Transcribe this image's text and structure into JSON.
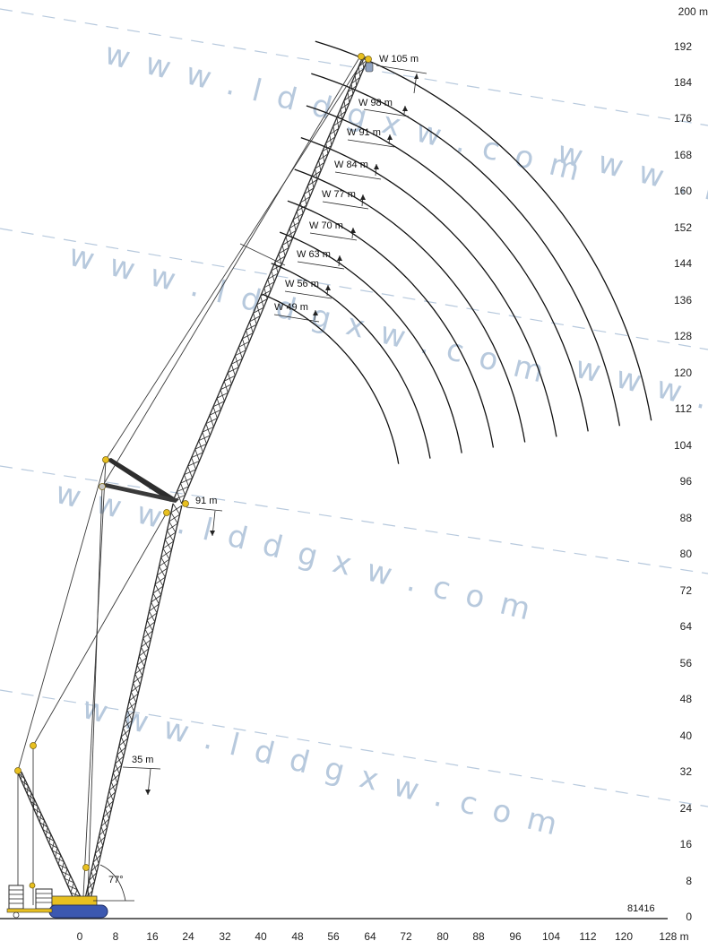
{
  "diagram": {
    "drawing_code": "81416",
    "x_axis": {
      "unit_label": "m",
      "ticks": [
        "0",
        "8",
        "16",
        "24",
        "32",
        "40",
        "48",
        "56",
        "64",
        "72",
        "80",
        "88",
        "96",
        "104",
        "112",
        "120",
        "128 m"
      ]
    },
    "y_axis": {
      "ticks": [
        "0",
        "8",
        "16",
        "24",
        "32",
        "40",
        "48",
        "56",
        "64",
        "72",
        "80",
        "88",
        "96",
        "104",
        "112",
        "120",
        "128",
        "136",
        "144",
        "152",
        "160",
        "168",
        "176",
        "184",
        "192",
        "200 m"
      ]
    },
    "jib_labels": [
      {
        "label": "W 105 m",
        "length": 105
      },
      {
        "label": "W 98 m",
        "length": 98
      },
      {
        "label": "W 91 m",
        "length": 91
      },
      {
        "label": "W 84 m",
        "length": 84
      },
      {
        "label": "W 77 m",
        "length": 77
      },
      {
        "label": "W 70 m",
        "length": 70
      },
      {
        "label": "W 63 m",
        "length": 63
      },
      {
        "label": "W 56 m",
        "length": 56
      },
      {
        "label": "W 49 m",
        "length": 49
      }
    ],
    "main_boom_label": "91 m",
    "mast_label": "35 m",
    "boom_angle_label": "77°",
    "watermark_text": "w w w . l d d g x w . c o m",
    "colors": {
      "lattice": "#2a2a2a",
      "node": "#e8c020",
      "crawler": "#3c58b0",
      "watermark": "#b7c9dd",
      "strut": "#2d2d2d"
    }
  }
}
